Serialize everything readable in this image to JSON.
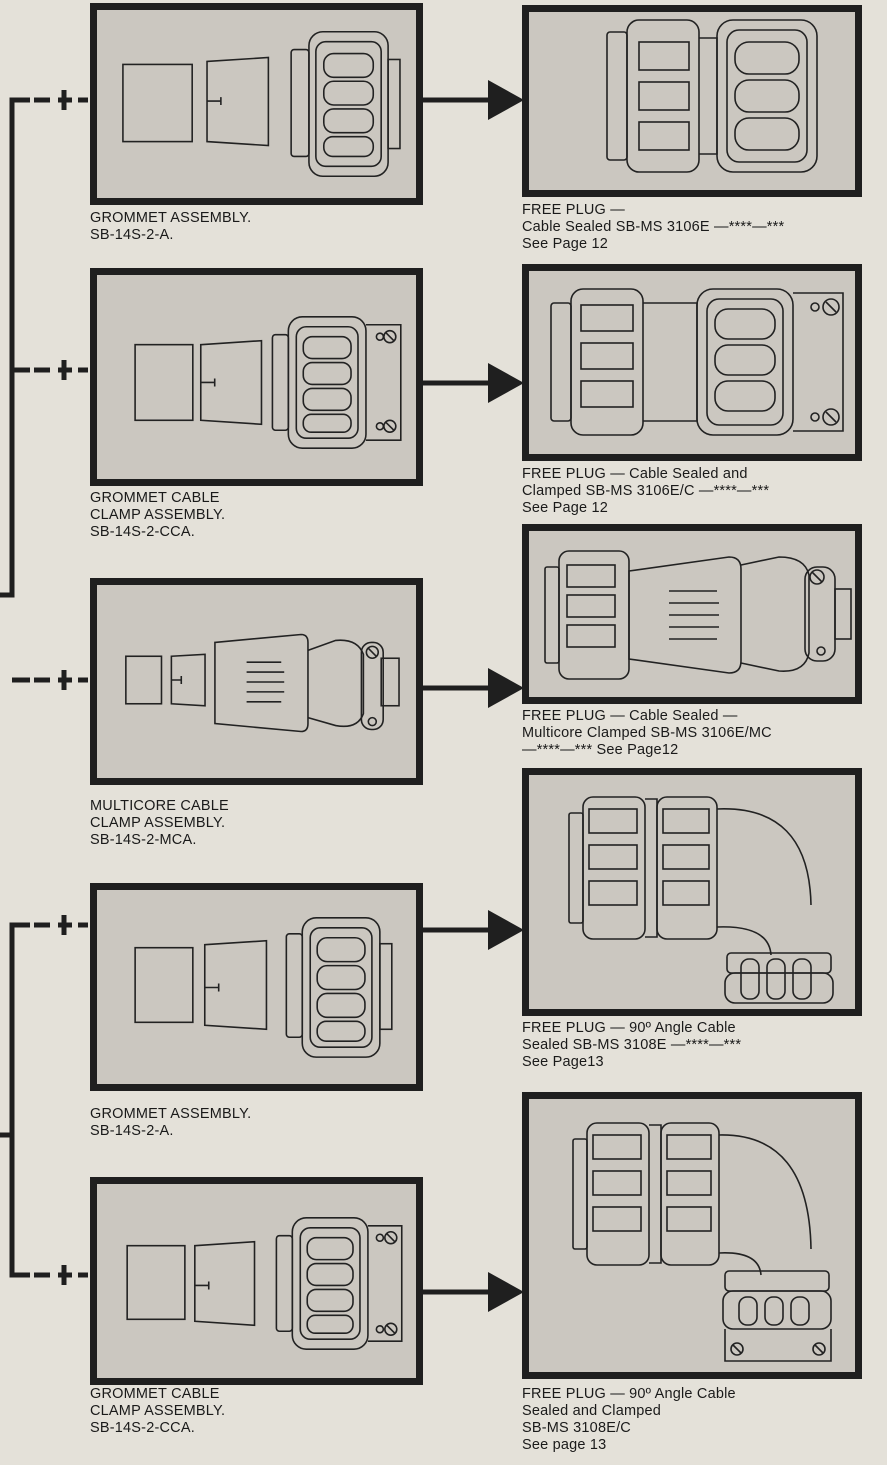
{
  "assemblies": [
    {
      "lines": [
        "GROMMET ASSEMBLY.",
        "SB-14S-2-A."
      ]
    },
    {
      "lines": [
        "GROMMET CABLE",
        "CLAMP ASSEMBLY.",
        "SB-14S-2-CCA."
      ]
    },
    {
      "lines": [
        "MULTICORE CABLE",
        "CLAMP ASSEMBLY.",
        "SB-14S-2-MCA."
      ]
    },
    {
      "lines": [
        "GROMMET ASSEMBLY.",
        "SB-14S-2-A."
      ]
    },
    {
      "lines": [
        "GROMMET CABLE",
        "CLAMP ASSEMBLY.",
        "SB-14S-2-CCA."
      ]
    }
  ],
  "plugs": [
    {
      "lines": [
        "FREE PLUG —",
        "Cable Sealed SB-MS 3106E —****—***",
        "See Page 12"
      ]
    },
    {
      "lines": [
        "FREE PLUG — Cable Sealed and",
        "Clamped  SB-MS 3106E/C —****—***",
        "See Page 12"
      ]
    },
    {
      "lines": [
        "FREE PLUG — Cable Sealed —",
        "Multicore Clamped SB-MS 3106E/MC",
        "—****—***  See Page12"
      ]
    },
    {
      "lines": [
        "FREE PLUG — 90º Angle Cable",
        "Sealed   SB-MS 3108E —****—***",
        "See Page13"
      ]
    },
    {
      "lines": [
        "FREE PLUG — 90º Angle Cable",
        "Sealed and Clamped",
        "SB-MS 3108E/C",
        "See page 13"
      ]
    }
  ],
  "colors": {
    "panel": "#cbc7c0",
    "border": "#1f1f1f",
    "background": "#e4e1d9"
  }
}
